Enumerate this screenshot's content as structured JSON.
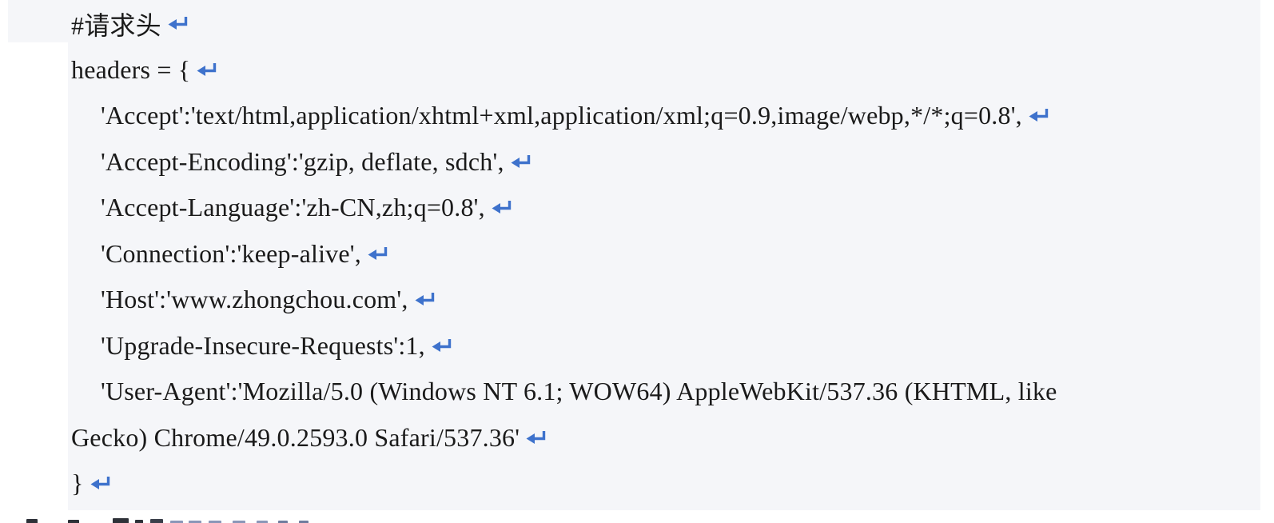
{
  "colors": {
    "page_bg": "#ffffff",
    "code_block_bg": "#f5f6f9",
    "text": "#1a1a1a",
    "return_mark_blue": "#3e72cc"
  },
  "document": {
    "language_hint": "python",
    "return_mark": "↵",
    "lines": [
      {
        "text": "#请求头",
        "indent": 0,
        "has_return": true
      },
      {
        "text": "headers = {",
        "indent": 0,
        "has_return": true
      },
      {
        "text": "'Accept':'text/html,application/xhtml+xml,application/xml;q=0.9,image/webp,*/*;q=0.8',",
        "indent": 1,
        "has_return": true
      },
      {
        "text": "'Accept-Encoding':'gzip, deflate, sdch',",
        "indent": 1,
        "has_return": true
      },
      {
        "text": "'Accept-Language':'zh-CN,zh;q=0.8',",
        "indent": 1,
        "has_return": true
      },
      {
        "text": "'Connection':'keep-alive',",
        "indent": 1,
        "has_return": true
      },
      {
        "text": "'Host':'www.zhongchou.com',",
        "indent": 1,
        "has_return": true
      },
      {
        "text": "'Upgrade-Insecure-Requests':1,",
        "indent": 1,
        "has_return": true
      },
      {
        "text": "'User-Agent':'Mozilla/5.0 (Windows NT 6.1; WOW64) AppleWebKit/537.36 (KHTML, like",
        "indent": 1,
        "has_return": false
      },
      {
        "text": "Gecko) Chrome/49.0.2593.0 Safari/537.36'",
        "indent": 0,
        "has_return": true
      },
      {
        "text": "}",
        "indent": 0,
        "has_return": true
      }
    ]
  }
}
